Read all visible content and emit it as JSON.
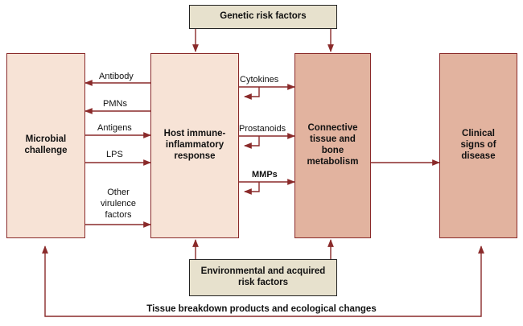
{
  "boxes": {
    "genetic": "Genetic risk factors",
    "microbial": "Microbial challenge",
    "host": "Host immune-inflammatory response",
    "connective": "Connective tissue and bone metabolism",
    "clinical": "Clinical signs of disease",
    "environmental": "Environmental and acquired risk factors"
  },
  "left_labels": {
    "antibody": "Antibody",
    "pmns": "PMNs",
    "antigens": "Antigens",
    "lps": "LPS",
    "other_virulence": "Other virulence factors"
  },
  "mid_labels": {
    "cytokines": "Cytokines",
    "prostanoids": "Prostanoids",
    "mmps": "MMPs"
  },
  "feedback_label": "Tissue breakdown products and ecological changes",
  "colors": {
    "arrow": "#8a2a2a",
    "pale_box": "#f7e3d6",
    "salmon_box": "#e2b39f",
    "khaki_box": "#e7e1cd"
  }
}
